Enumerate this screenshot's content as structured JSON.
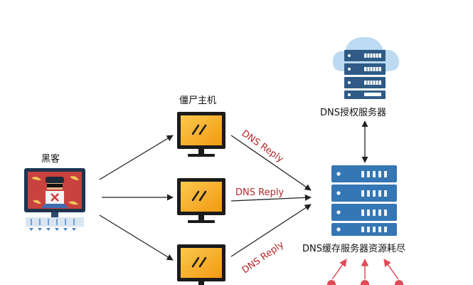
{
  "nodes": {
    "hacker": "黑客",
    "zombie_hosts": "僵尸主机",
    "auth_server": "DNS授权服务器",
    "cache_server": "DNS缓存服务器资源耗尽"
  },
  "edges": {
    "reply_top": "DNS Reply",
    "reply_middle": "DNS Reply",
    "reply_bottom": "DNS Reply"
  },
  "icons": [
    "hacker-computer-icon",
    "zombie-monitor-icon",
    "server-rack-icon",
    "cloud-server-icon"
  ],
  "colors": {
    "monitor_screen": "#f6a21c",
    "monitor_frame": "#1b1b1b",
    "server_body": "#3576b4",
    "cloud": "#bcdbf2",
    "reply_text": "#b5282b",
    "attack_arrow": "#e04a55"
  }
}
